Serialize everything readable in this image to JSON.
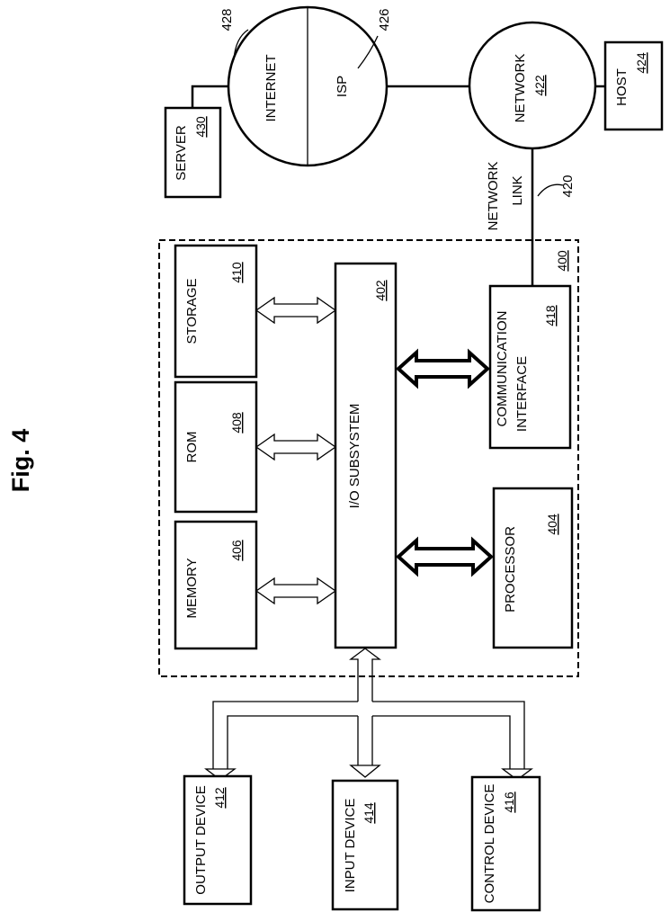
{
  "figure": {
    "title": "Fig. 4",
    "system_ref": "400",
    "blocks": {
      "io_subsystem": {
        "label": "I/O SUBSYSTEM",
        "ref": "402"
      },
      "processor": {
        "label": "PROCESSOR",
        "ref": "404"
      },
      "memory": {
        "label": "MEMORY",
        "ref": "406"
      },
      "rom": {
        "label": "ROM",
        "ref": "408"
      },
      "storage": {
        "label": "STORAGE",
        "ref": "410"
      },
      "output_device": {
        "label": "OUTPUT DEVICE",
        "ref": "412"
      },
      "input_device": {
        "label": "INPUT DEVICE",
        "ref": "414"
      },
      "control_device": {
        "label": "CONTROL DEVICE",
        "ref": "416"
      },
      "comm_interface": {
        "label_line1": "COMMUNICATION",
        "label_line2": "INTERFACE",
        "ref": "418"
      },
      "server": {
        "label": "SERVER",
        "ref": "430"
      },
      "host": {
        "label": "HOST",
        "ref": "424"
      }
    },
    "network_link": {
      "label_line1": "NETWORK",
      "label_line2": "LINK",
      "ref": "420"
    },
    "network": {
      "label": "NETWORK",
      "ref": "422"
    },
    "isp": {
      "label": "ISP",
      "ref": "426"
    },
    "internet": {
      "label": "INTERNET",
      "ref": "428"
    }
  }
}
